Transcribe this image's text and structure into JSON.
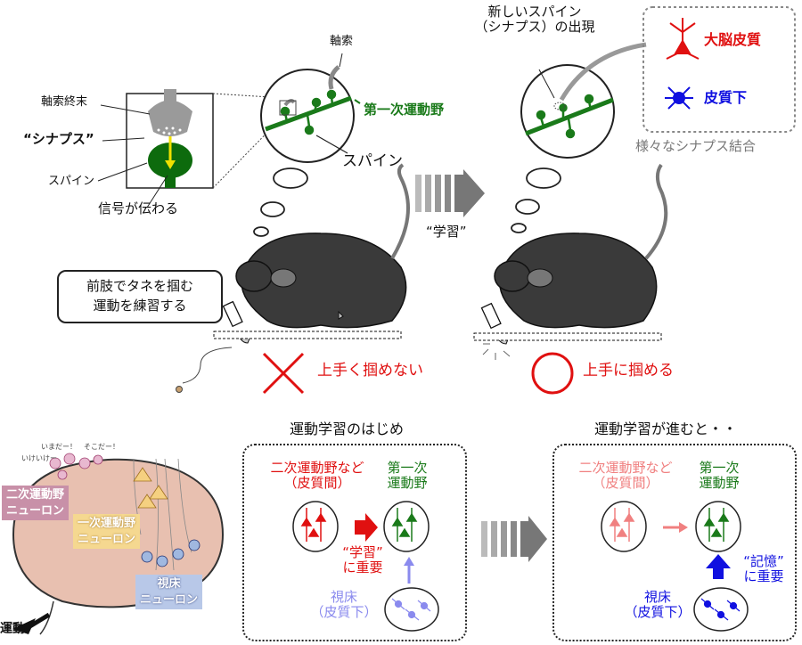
{
  "top_left": {
    "axon_terminal": "軸索終末",
    "synapse": "“シナプス”",
    "spine": "スパイン",
    "signal": "信号が伝わる",
    "axon": "軸索",
    "primary_motor": "第一次運動野",
    "spine_label": "スパイン",
    "speech_line1": "前肢でタネを掴む",
    "speech_line2": "運動を練習する",
    "fail": "上手く掴めない"
  },
  "middle": {
    "learning": "“学習”"
  },
  "top_right": {
    "new_spine_line1": "新しいスパイン",
    "new_spine_line2": "（シナプス）の出現",
    "cortex": "大脳皮質",
    "subcortex": "皮質下",
    "various": "様々なシナプス結合",
    "success": "上手に掴める"
  },
  "brain": {
    "sub1": "いまだー！　そこだー！",
    "sub2": "いけいけー",
    "secondary_line1": "二次運動野",
    "secondary_line2": "ニューロン",
    "primary_line1": "一次運動野",
    "primary_line2": "ニューロン",
    "thalamus_line1": "視床",
    "thalamus_line2": "ニューロン",
    "motor": "運動"
  },
  "panel_start": {
    "title": "運動学習のはじめ",
    "secondary_line1": "二次運動野など",
    "secondary_line2": "（皮質間）",
    "primary_line1": "第一次",
    "primary_line2": "運動野",
    "important_line1": "“学習”",
    "important_line2": "に重要",
    "thalamus_line1": "視床",
    "thalamus_line2": "（皮質下）"
  },
  "panel_progress": {
    "title": "運動学習が進むと・・",
    "secondary_line1": "二次運動野など",
    "secondary_line2": "（皮質間）",
    "primary_line1": "第一次",
    "primary_line2": "運動野",
    "important_line1": "“記憶”",
    "important_line2": "に重要",
    "thalamus_line1": "視床",
    "thalamus_line2": "（皮質下）"
  },
  "colors": {
    "green": "#1a7a1a",
    "red": "#e01010",
    "blue": "#1010e0",
    "pink": "#f08080",
    "light_blue": "#8a8aee"
  }
}
